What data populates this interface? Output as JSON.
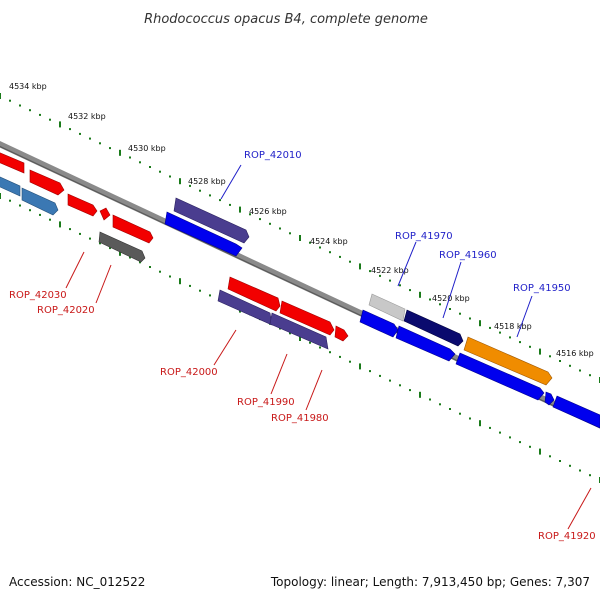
{
  "title": "Rhodococcus opacus B4, complete genome",
  "footer": {
    "accession": "Accession: NC_012522",
    "summary": "Topology: linear; Length: 7,913,450 bp; Genes: 7,307"
  },
  "ticks": [
    "4534 kbp",
    "4532 kbp",
    "4530 kbp",
    "4528 kbp",
    "4526 kbp",
    "4524 kbp",
    "4522 kbp",
    "4520 kbp",
    "4518 kbp",
    "4516 kbp"
  ],
  "gene_labels_top": [
    "ROP_42010",
    "ROP_41970",
    "ROP_41960",
    "ROP_41950"
  ],
  "gene_labels_bottom": [
    "ROP_42030",
    "ROP_42020",
    "ROP_42000",
    "ROP_41990",
    "ROP_41980",
    "ROP_41920"
  ],
  "colors": {
    "red": "#f20000",
    "blue": "#0000ee",
    "purple": "#4a3d8f",
    "navy": "#0a0a6e",
    "steel": "#3b78b3",
    "gray": "#5a5a5a",
    "lightgray": "#c8c8c8",
    "orange": "#f08c00",
    "axis": "#707070",
    "tick": "#1a7a1a"
  }
}
